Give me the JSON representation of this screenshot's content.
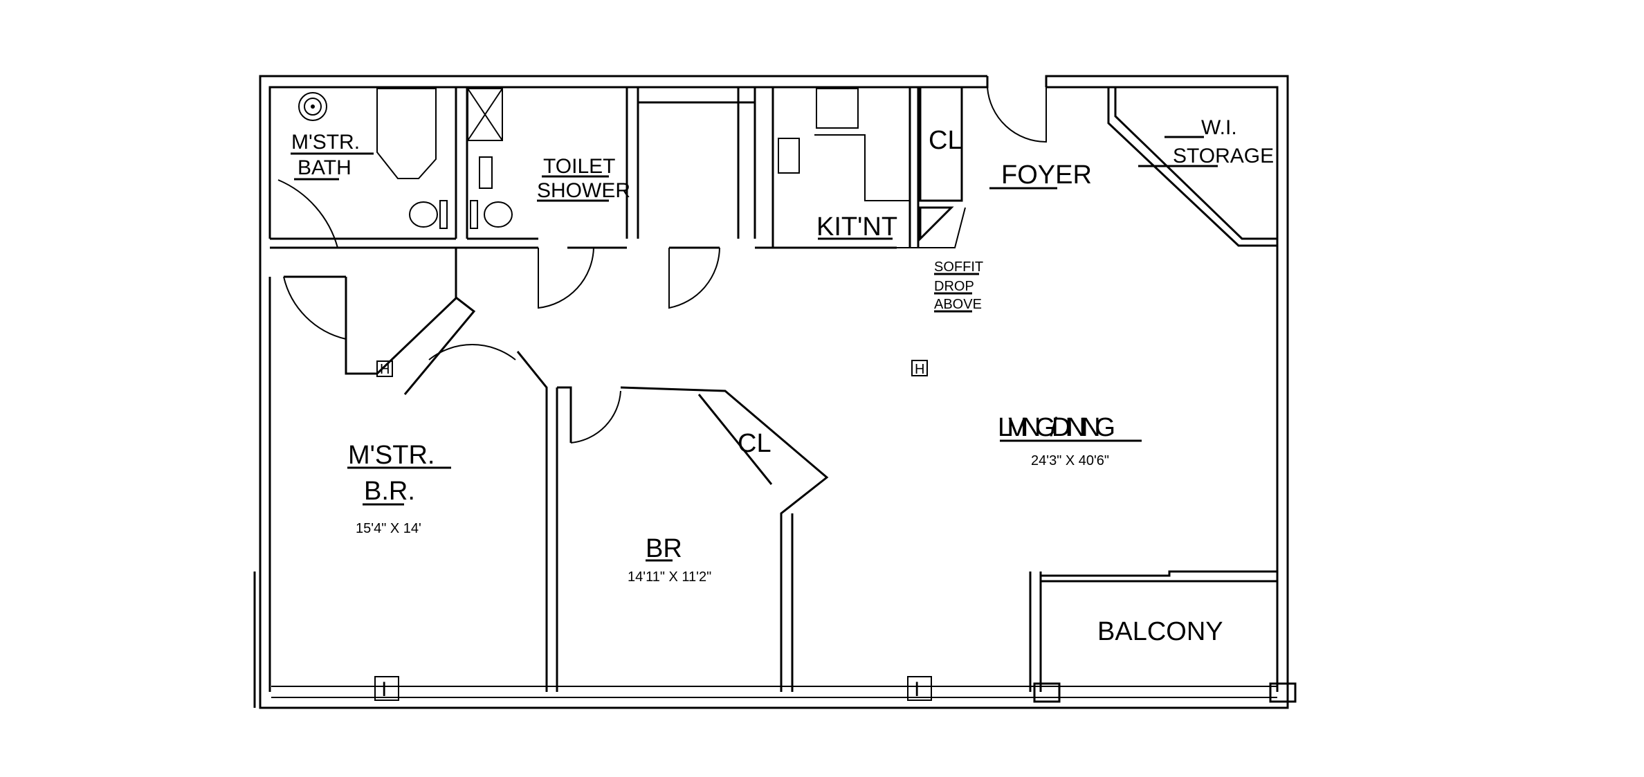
{
  "plan": {
    "rooms": {
      "master_bath": {
        "line1": "M'STR.",
        "line2": "BATH"
      },
      "toilet_shower": {
        "line1": "TOILET",
        "line2": "SHOWER"
      },
      "kitchenette": {
        "label": "KIT'NT"
      },
      "closet_kitchen": {
        "label": "CL"
      },
      "foyer": {
        "label": "FOYER"
      },
      "storage": {
        "line1": "W.I.",
        "line2": "STORAGE"
      },
      "soffit": {
        "line1": "SOFFIT",
        "line2": "DROP",
        "line3": "ABOVE"
      },
      "living": {
        "label": "LIVING/DINING",
        "dims": "24'3\" X 40'6\""
      },
      "master_br": {
        "line1": "M'STR.",
        "line2": "B.R.",
        "dims": "15'4\" X 14'"
      },
      "br": {
        "label": "BR",
        "dims": "14'11\" X 11'2\""
      },
      "closet_br": {
        "label": "CL"
      },
      "balcony": {
        "label": "BALCONY"
      }
    },
    "markers": {
      "h": "H",
      "i": "I"
    }
  }
}
